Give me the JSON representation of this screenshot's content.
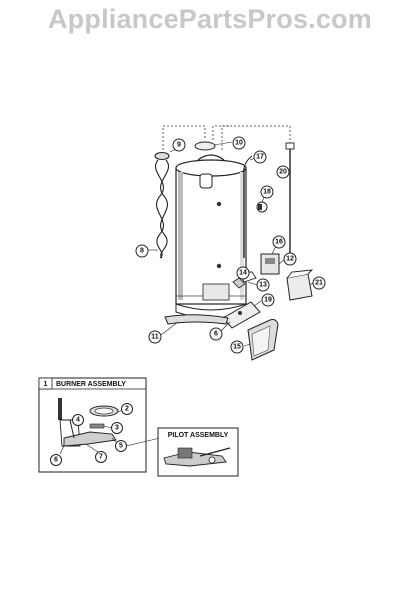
{
  "watermark": "AppliancePartsPros.com",
  "inset": {
    "number": "1",
    "title": "BURNER ASSEMBLY",
    "sub_title": "PILOT ASSEMBLY"
  },
  "callouts": [
    "9",
    "10",
    "17",
    "20",
    "18",
    "8",
    "16",
    "12",
    "14",
    "13",
    "21",
    "19",
    "11",
    "6",
    "15",
    "2",
    "3",
    "4",
    "5",
    "6",
    "7"
  ]
}
